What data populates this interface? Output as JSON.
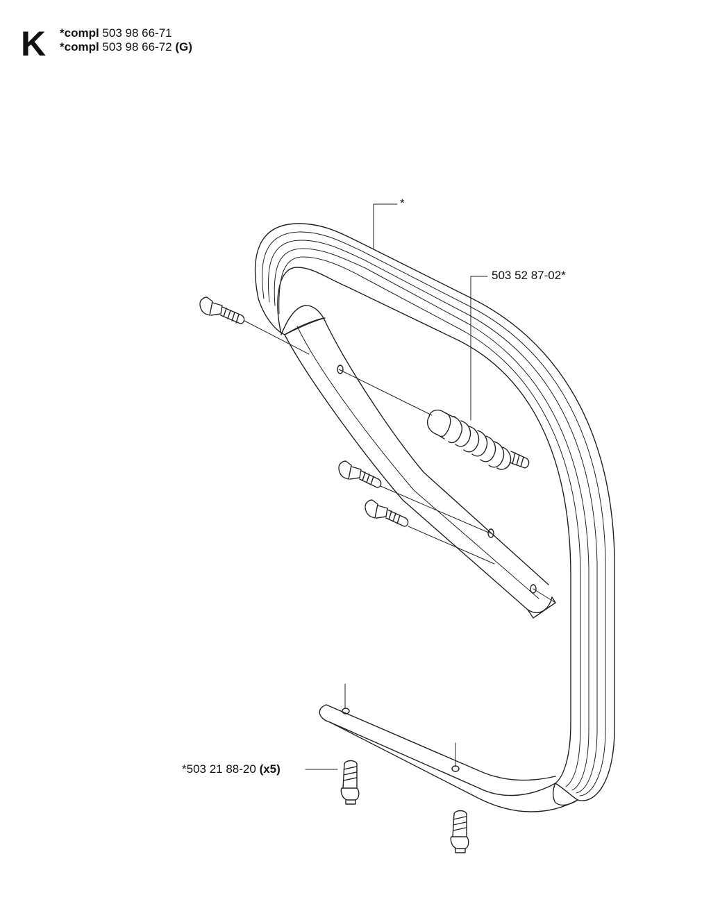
{
  "section": {
    "letter": "K"
  },
  "assemblies": [
    {
      "prefix": "*compl",
      "part_no": "503 98 66-71",
      "suffix": ""
    },
    {
      "prefix": "*compl",
      "part_no": "503 98 66-72",
      "suffix": "(G)"
    }
  ],
  "callouts": {
    "handle": "*",
    "buffer": "503 52 87-02*",
    "screw": "*503 21 88-20",
    "screw_qty": "(x5)"
  }
}
